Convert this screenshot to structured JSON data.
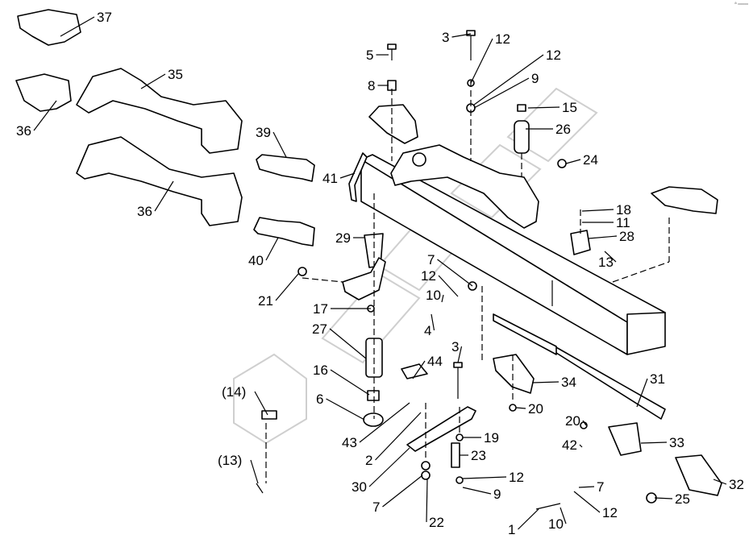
{
  "diagram": {
    "type": "exploded-parts-diagram",
    "brand_mark": "ª ═══",
    "callouts": [
      "37",
      "35",
      "36",
      "39",
      "41",
      "36",
      "40",
      "5",
      "8",
      "3",
      "12",
      "12",
      "9",
      "15",
      "26",
      "24",
      "18",
      "11",
      "28",
      "13",
      "29",
      "21",
      "7",
      "12",
      "10",
      "17",
      "4",
      "27",
      "3",
      "44",
      "34",
      "31",
      "16",
      "(14)",
      "6",
      "20",
      "20",
      "43",
      "19",
      "42",
      "33",
      "2",
      "23",
      "(13)",
      "12",
      "7",
      "32",
      "30",
      "9",
      "25",
      "7",
      "12",
      "22",
      "1",
      "10"
    ]
  }
}
